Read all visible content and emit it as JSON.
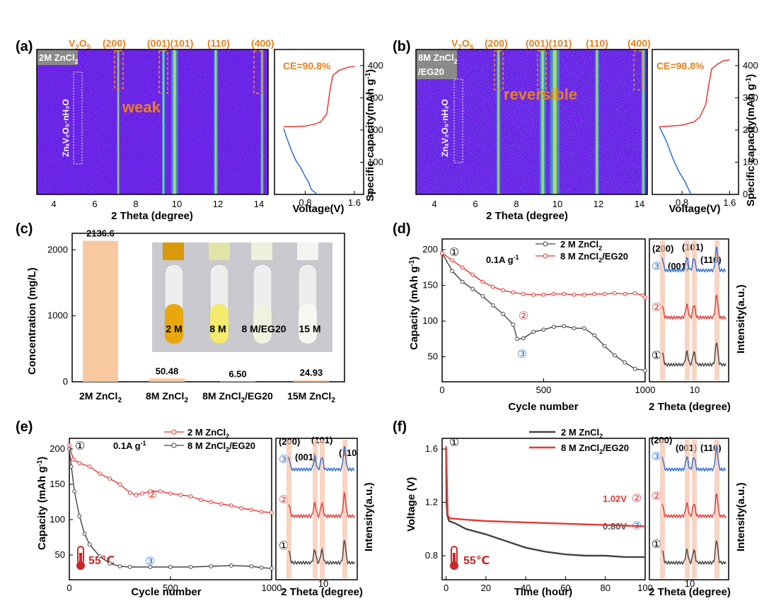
{
  "colors": {
    "red": "#e53935",
    "black": "#444444",
    "blue": "#2f6fd6",
    "orange": "#e8811c",
    "bar": "#f8c9a0",
    "heat_bg": "#6a16e6",
    "heat_line": "#1fd7c5",
    "heat_hot": "#c8f040",
    "peak_band": "#f6c2a8",
    "thermo": "#c62828"
  },
  "panel_a": {
    "label": "(a)",
    "electrolyte": [
      "2M ZnCl",
      "2"
    ],
    "species": "ZnₓV₂O₅·nH₂O",
    "annotation": "weak",
    "top_labels": [
      "V",
      "2",
      "O",
      "5",
      "(200)",
      "(001)(101)",
      "(110)",
      "(400)"
    ],
    "xlabel": "2 Theta (degree)",
    "xticks": [
      "4",
      "6",
      "8",
      "10",
      "12",
      "14"
    ],
    "ce": "CE=90.8%",
    "v_xlabel": "Voltage(V)",
    "v_xticks": [
      "0.8",
      "1.6"
    ],
    "ylabel": "Specific capacity(mAh g",
    "ylabel_sup": "-1",
    "yticks": [
      "0",
      "100",
      "200",
      "300",
      "400"
    ]
  },
  "panel_b": {
    "label": "(b)",
    "electrolyte": [
      "8M ZnCl",
      "2",
      "/EG20"
    ],
    "species": "ZnₓV₂O₅·nH₂O",
    "annotation": "reversible",
    "top_labels": [
      "V",
      "2",
      "O",
      "5",
      "(200)",
      "(001)(101)",
      "(110)",
      "(400)"
    ],
    "xlabel": "2 Theta (degree)",
    "xticks": [
      "4",
      "6",
      "8",
      "10",
      "12",
      "14"
    ],
    "ce": "CE=98.8%",
    "v_xlabel": "Voltage(V)",
    "v_xticks": [
      "0.8",
      "1.6"
    ],
    "ylabel": "Specific capacity(mAh g",
    "ylabel_sup": "-1",
    "yticks": [
      "0",
      "100",
      "200",
      "300",
      "400"
    ]
  },
  "panel_c": {
    "label": "(c)",
    "ylabel": "Concentration (mg/L)",
    "yticks": [
      "0",
      "1000",
      "2000"
    ],
    "photo_labels": [
      "2 M",
      "8 M",
      "8 M/EG20",
      "15 M"
    ]
  },
  "panel_d": {
    "label": "(d)",
    "rate": "0.1A g",
    "rate_sup": "-1",
    "legend": [
      "2 M ZnCl",
      "8 M ZnCl"
    ],
    "legend_suffix": [
      "",
      "/EG20"
    ],
    "xlabel": "Cycle number",
    "ylabel": "Capacity (mAh g",
    "ylabel_sup": "-1",
    "xticks": [
      "0",
      "500",
      "1000"
    ],
    "yticks": [
      "50",
      "100",
      "150",
      "200"
    ],
    "markers": [
      "①",
      "②",
      "③"
    ],
    "xrd_peaks": [
      "(200)",
      "(001)",
      "(101)",
      "(110)"
    ],
    "xrd_xlabel": "2 Theta (degree)",
    "xrd_xtick": "10",
    "xrd_ylabel": "Intensity(a.u.)"
  },
  "panel_e": {
    "label": "(e)",
    "rate": "0.1A g",
    "rate_sup": "-1",
    "legend": [
      "2 M ZnCl",
      "8 M ZnCl"
    ],
    "legend_suffix": [
      "",
      "/EG20"
    ],
    "temperature": "55℃",
    "xlabel": "Cycle number",
    "ylabel": "Capacity (mAh g",
    "ylabel_sup": "-1",
    "xticks": [
      "0",
      "500",
      "1000"
    ],
    "yticks": [
      "50",
      "100",
      "150",
      "200"
    ],
    "markers": [
      "①",
      "②",
      "③"
    ],
    "xrd_peaks": [
      "(200)",
      "(001)",
      "(101)",
      "(110"
    ],
    "xrd_xlabel": "2 Theta (degree)",
    "xrd_xtick": "10",
    "xrd_ylabel": "Intensity(a.u.)"
  },
  "panel_f": {
    "label": "(f)",
    "legend": [
      "2 M ZnCl",
      "8 M ZnCl"
    ],
    "legend_suffix": [
      "",
      "/EG20"
    ],
    "temperature": "55℃",
    "xlabel": "Time (hour)",
    "ylabel": "Voltage (V)",
    "xticks": [
      "0",
      "20",
      "40",
      "60",
      "80",
      "100"
    ],
    "yticks": [
      "0.8",
      "1.2",
      "1.6"
    ],
    "value_red": "1.02V",
    "value_black": "0.80V",
    "markers": [
      "①",
      "②",
      "③"
    ],
    "xrd_peaks": [
      "(200)",
      "(001)",
      "(110)"
    ],
    "xrd_xlabel": "2 Theta (degree)",
    "xrd_xtick": "10",
    "xrd_ylabel": "Intensity(a.u.)"
  },
  "chart_data": [
    {
      "type": "line",
      "panel": "a-right",
      "xlabel": "Voltage(V)",
      "ylabel": "Specific capacity(mAh g-1)",
      "xlim": [
        0.3,
        1.75
      ],
      "ylim": [
        0,
        450
      ],
      "title": "CE=90.8%",
      "series": [
        {
          "name": "",
          "color": "#2f6fd6",
          "x": [
            0.45,
            0.5,
            0.55,
            0.6,
            0.65,
            0.7,
            0.75,
            0.8,
            0.85,
            0.9,
            1.0
          ],
          "y": [
            205,
            175,
            150,
            125,
            105,
            90,
            75,
            55,
            40,
            15,
            0
          ]
        },
        {
          "name": "",
          "color": "#e53935",
          "x": [
            0.45,
            0.6,
            0.8,
            0.95,
            1.05,
            1.15,
            1.2,
            1.25,
            1.35,
            1.5,
            1.6
          ],
          "y": [
            210,
            210,
            212,
            218,
            225,
            250,
            320,
            370,
            385,
            395,
            398
          ]
        }
      ]
    },
    {
      "type": "line",
      "panel": "b-right",
      "xlabel": "Voltage(V)",
      "ylabel": "Specific capacity(mAh g-1)",
      "xlim": [
        0.3,
        1.75
      ],
      "ylim": [
        0,
        450
      ],
      "title": "CE=98.8%",
      "series": [
        {
          "name": "",
          "color": "#2f6fd6",
          "x": [
            0.42,
            0.5,
            0.55,
            0.6,
            0.65,
            0.7,
            0.75,
            0.8,
            0.85,
            0.9,
            0.95
          ],
          "y": [
            210,
            180,
            160,
            135,
            110,
            90,
            70,
            55,
            40,
            20,
            0
          ]
        },
        {
          "name": "",
          "color": "#e53935",
          "x": [
            0.42,
            0.6,
            0.8,
            1.0,
            1.1,
            1.2,
            1.25,
            1.3,
            1.4,
            1.5,
            1.6
          ],
          "y": [
            210,
            212,
            215,
            225,
            240,
            280,
            340,
            390,
            405,
            415,
            418
          ]
        }
      ]
    },
    {
      "type": "bar",
      "panel": "c",
      "categories": [
        "2M ZnCl2",
        "8M ZnCl2",
        "8M ZnCl2/EG20",
        "15M ZnCl2"
      ],
      "values": [
        2136.6,
        50.48,
        6.5,
        24.93
      ],
      "ylabel": "Concentration (mg/L)",
      "ylim": [
        0,
        2250
      ]
    },
    {
      "type": "line",
      "panel": "d",
      "xlabel": "Cycle number",
      "ylabel": "Capacity (mAh g-1)",
      "xlim": [
        0,
        1000
      ],
      "ylim": [
        15,
        215
      ],
      "series": [
        {
          "name": "2 M ZnCl2",
          "color": "#444444",
          "x": [
            0,
            50,
            100,
            150,
            200,
            250,
            300,
            350,
            370,
            400,
            450,
            500,
            550,
            600,
            650,
            700,
            750,
            800,
            850,
            900,
            950,
            1000
          ],
          "y": [
            195,
            170,
            155,
            145,
            135,
            122,
            110,
            95,
            75,
            76,
            85,
            88,
            92,
            93,
            90,
            90,
            80,
            65,
            52,
            42,
            33,
            31
          ]
        },
        {
          "name": "8 M ZnCl2/EG20",
          "color": "#e53935",
          "x": [
            0,
            50,
            100,
            150,
            200,
            250,
            300,
            350,
            400,
            450,
            500,
            550,
            600,
            650,
            700,
            750,
            800,
            850,
            900,
            950,
            990,
            1000
          ],
          "y": [
            195,
            185,
            175,
            165,
            155,
            148,
            143,
            140,
            138,
            137,
            137,
            138,
            138,
            137,
            137,
            138,
            138,
            139,
            138,
            139,
            136,
            133
          ]
        }
      ]
    },
    {
      "type": "line",
      "panel": "e",
      "xlabel": "Cycle number",
      "ylabel": "Capacity (mAh g-1)",
      "xlim": [
        0,
        1000
      ],
      "ylim": [
        15,
        215
      ],
      "series": [
        {
          "name": "2 M ZnCl2",
          "color": "#e53935",
          "x": [
            0,
            20,
            50,
            100,
            150,
            200,
            250,
            300,
            330,
            360,
            400,
            450,
            500,
            550,
            600,
            650,
            700,
            750,
            800,
            850,
            900,
            950,
            1000
          ],
          "y": [
            205,
            185,
            180,
            175,
            165,
            158,
            150,
            138,
            135,
            137,
            140,
            140,
            137,
            135,
            133,
            128,
            125,
            122,
            120,
            116,
            114,
            111,
            110
          ]
        },
        {
          "name": "8 M ZnCl2/EG20",
          "color": "#444444",
          "x": [
            0,
            10,
            25,
            50,
            75,
            100,
            150,
            200,
            250,
            300,
            400,
            500,
            600,
            700,
            800,
            900,
            950,
            1000
          ],
          "y": [
            200,
            175,
            140,
            105,
            80,
            65,
            48,
            38,
            34,
            33,
            33,
            33,
            33,
            34,
            35,
            34,
            32,
            31
          ]
        }
      ]
    },
    {
      "type": "line",
      "panel": "f",
      "xlabel": "Time (hour)",
      "ylabel": "Voltage (V)",
      "xlim": [
        -2,
        100
      ],
      "ylim": [
        0.62,
        1.68
      ],
      "series": [
        {
          "name": "2 M ZnCl2",
          "color": "#444444",
          "x": [
            0,
            0.2,
            0.6,
            1.5,
            5,
            10,
            20,
            30,
            40,
            50,
            60,
            70,
            80,
            90,
            100
          ],
          "y": [
            1.6,
            1.2,
            1.1,
            1.06,
            1.04,
            1.0,
            0.96,
            0.91,
            0.86,
            0.83,
            0.81,
            0.8,
            0.8,
            0.79,
            0.79
          ]
        },
        {
          "name": "8 M ZnCl2/EG20",
          "color": "#e53935",
          "x": [
            0,
            0.3,
            0.8,
            2,
            10,
            20,
            40,
            60,
            80,
            100
          ],
          "y": [
            1.62,
            1.4,
            1.1,
            1.08,
            1.07,
            1.06,
            1.05,
            1.04,
            1.03,
            1.02
          ]
        }
      ]
    }
  ]
}
